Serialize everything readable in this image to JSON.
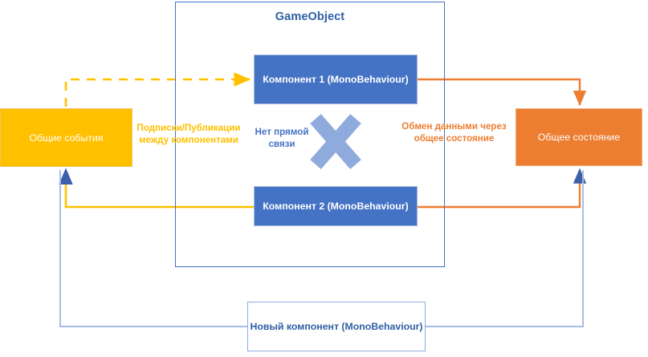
{
  "diagram": {
    "title": "GameObject",
    "container": {
      "label": "GameObject"
    },
    "nodes": {
      "component_1": {
        "label": "Компонент 1  (MonoBehaviour)",
        "color": "#4472c4"
      },
      "component_2": {
        "label": "Компонент 2  (MonoBehaviour)",
        "color": "#4472c4"
      },
      "shared_events": {
        "label": "Общие события",
        "color": "#ffc000"
      },
      "shared_state": {
        "label": "Общее состояние",
        "color": "#ed7d31"
      },
      "new_component": {
        "label": "Новый компонент (MonoBehaviour)",
        "color": "#8eaadb"
      }
    },
    "labels": {
      "pubsub_line1": "Подписки/Публикации",
      "pubsub_line2": "между компонентами",
      "no_direct_line1": "Нет прямой",
      "no_direct_line2": "связи",
      "data_exchange_line1": "Обмен данными через",
      "data_exchange_line2": "общее состояние"
    },
    "marks": {
      "no_connection": "x-cross-mark"
    },
    "colors": {
      "blue": "#4472c4",
      "light_blue": "#8eaadb",
      "yellow": "#ffc000",
      "orange": "#ed7d31",
      "cross": "#8faadc",
      "text_blue": "#2e5fa3"
    }
  }
}
